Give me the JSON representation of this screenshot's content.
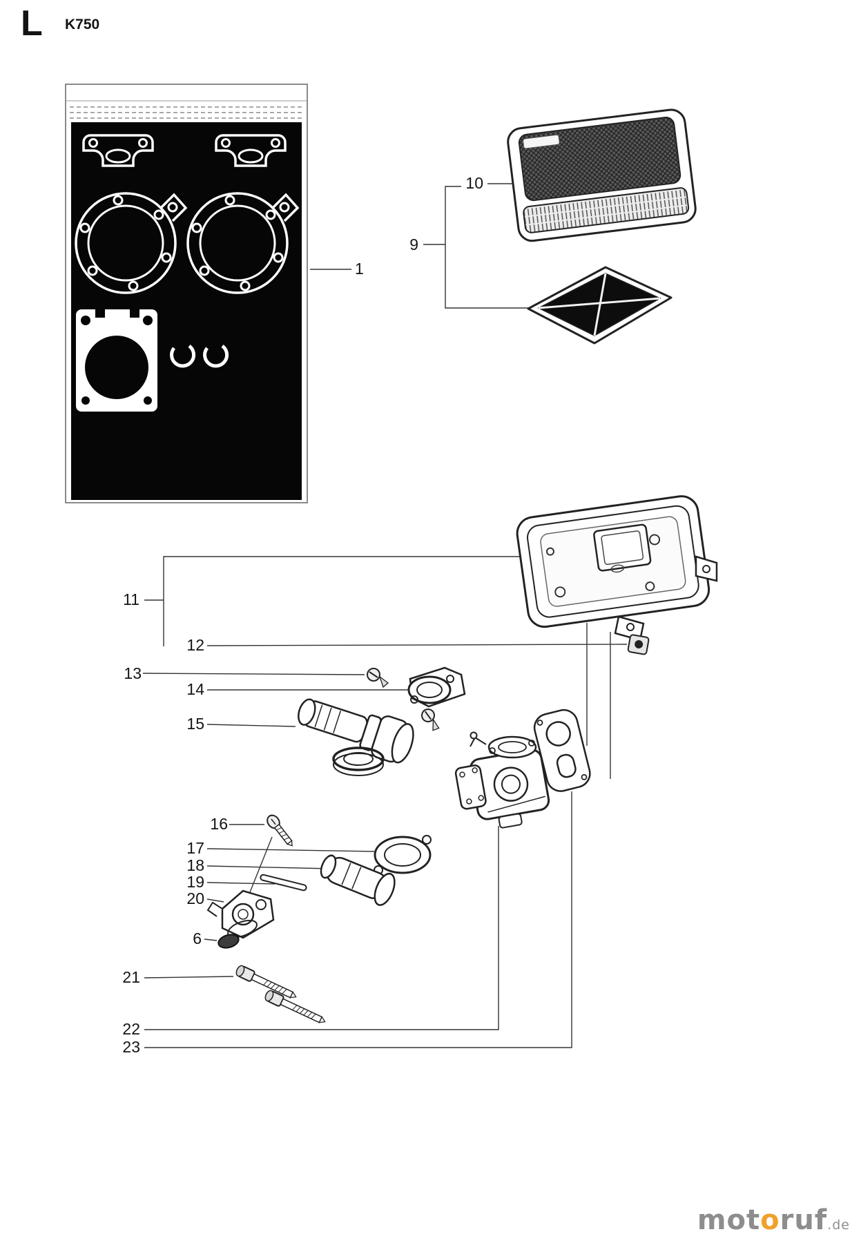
{
  "page": {
    "section_letter": "L",
    "model": "K750"
  },
  "callouts": {
    "c1": "1",
    "c6": "6",
    "c9": "9",
    "c10": "10",
    "c11": "11",
    "c12": "12",
    "c13": "13",
    "c14": "14",
    "c15": "15",
    "c16": "16",
    "c17": "17",
    "c18": "18",
    "c19": "19",
    "c20": "20",
    "c21": "21",
    "c22": "22",
    "c23": "23"
  },
  "watermark": {
    "pre": "mot",
    "accent": "o",
    "post": "ruf",
    "tld": ".de"
  },
  "colors": {
    "background": "#ffffff",
    "line_art": "#222222",
    "gasket_panel": "#060606",
    "watermark_gray": "#8d8d8d",
    "watermark_accent": "#f0a12b"
  }
}
